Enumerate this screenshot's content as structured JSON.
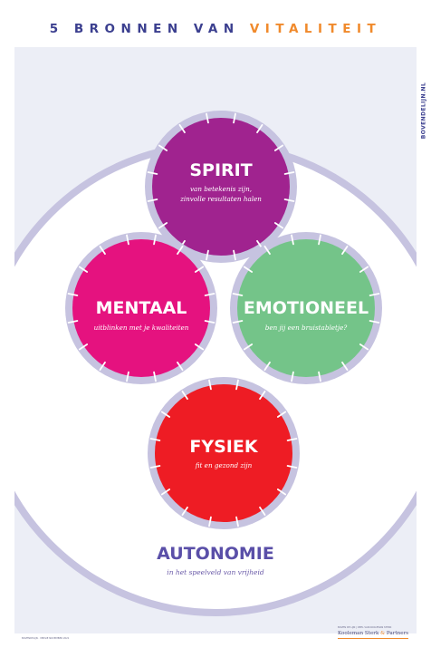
{
  "header": {
    "title_part1": "5 BRONNEN VAN",
    "title_part2": "VITALITEIT"
  },
  "brand_url": "BOVENDELIJN.NL",
  "circles": [
    {
      "key": "spirit",
      "title": "SPIRIT",
      "subtitle_lines": [
        "van betekenis zijn,",
        "zinvolle resultaten halen"
      ],
      "color": "#a0238f"
    },
    {
      "key": "mentaal",
      "title": "MENTAAL",
      "subtitle_lines": [
        "uitblinken met je kwaliteiten"
      ],
      "color": "#e5127f"
    },
    {
      "key": "emotioneel",
      "title": "EMOTIONEEL",
      "subtitle_lines": [
        "ben jij een bruistabletje?"
      ],
      "color": "#74c489"
    },
    {
      "key": "fysiek",
      "title": "FYSIEK",
      "subtitle_lines": [
        "fit en gezond zijn"
      ],
      "color": "#ee1c24"
    }
  ],
  "autonomie": {
    "title": "AUTONOMIE",
    "subtitle": "in het speelveld van vrijheid"
  },
  "colors": {
    "navy": "#3b3f8f",
    "orange": "#f08a2c",
    "panel": "#eceef6",
    "ring": "#c6c3e0",
    "autonomie": "#5a4fa8"
  },
  "footer": {
    "left": "BOVENDELIJN · VERSIE NOVEMBER 2021",
    "right_tag": "BOVEN DE LIJN | DEEL VAN KOOLEMAN STERK",
    "logo_part1": "Kooleman Sterk",
    "logo_amp": "&",
    "logo_part2": "Partners"
  }
}
